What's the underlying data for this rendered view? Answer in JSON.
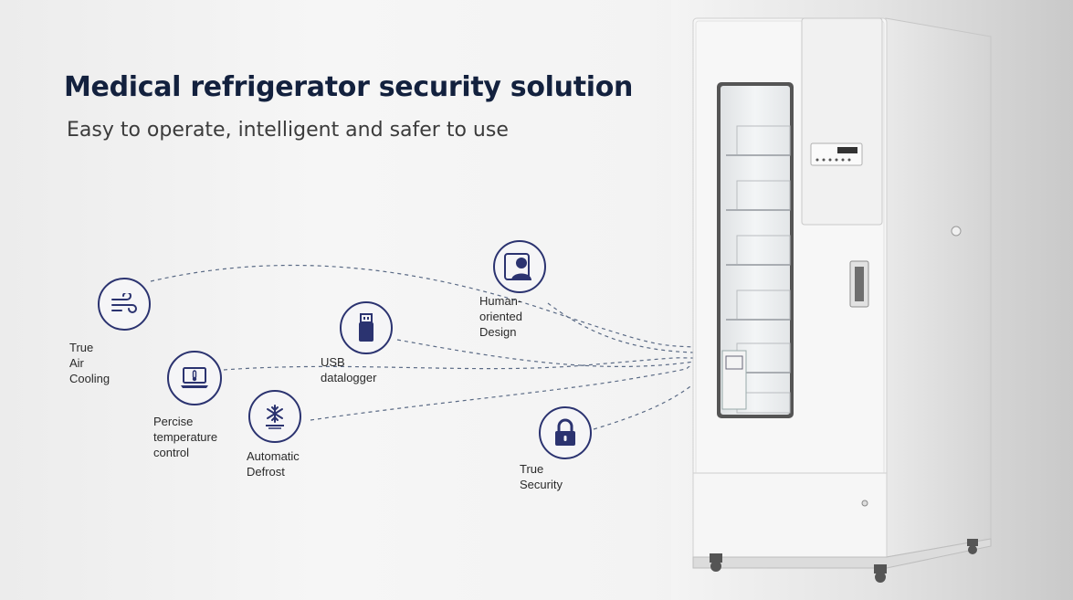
{
  "banner": {
    "title": "Medical refrigerator security solution",
    "subtitle": "Easy to operate, intelligent and safer to use"
  },
  "features": [
    {
      "label": "True Air Cooling",
      "icon": "wind-icon"
    },
    {
      "label": "Percise\ntemperature\ncontrol",
      "icon": "laptop-thermometer-icon"
    },
    {
      "label": "Automatic\nDefrost",
      "icon": "snowflake-icon"
    },
    {
      "label": "USB datalogger",
      "icon": "usb-drive-icon"
    },
    {
      "label": "Human-oriented\nDesign",
      "icon": "person-icon"
    },
    {
      "label": "True Security",
      "icon": "padlock-icon"
    }
  ],
  "colors": {
    "icon_ring": "#2b3370",
    "title": "#13213e",
    "connector": "#5a6a85"
  },
  "product": {
    "name": "medical-refrigerator-image"
  }
}
